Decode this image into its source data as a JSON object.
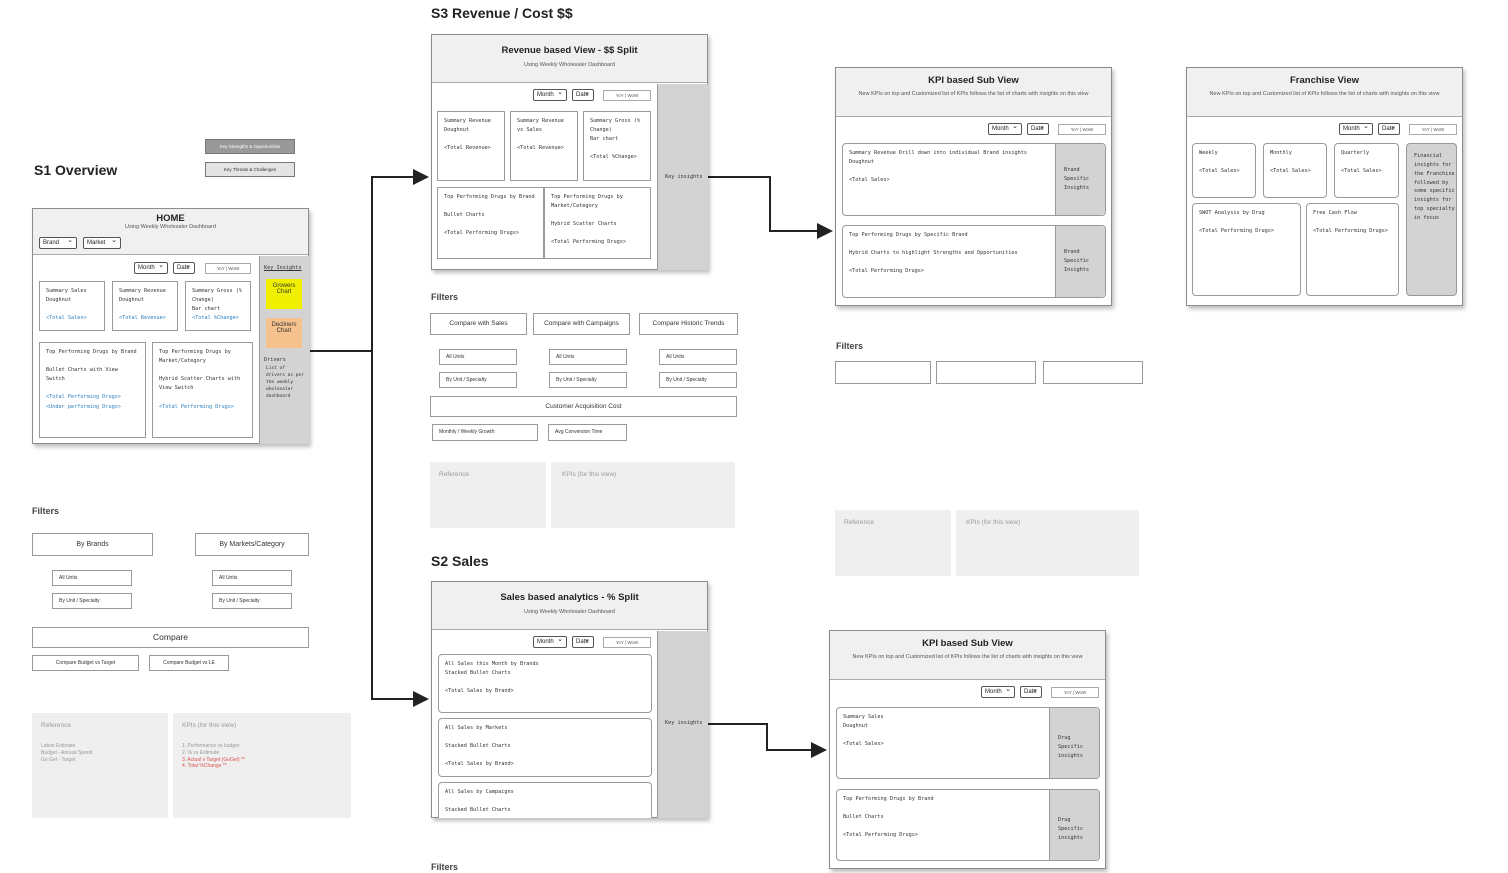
{
  "sections": {
    "s1": "S1 Overview",
    "s2": "S2 Sales",
    "s3": "S3 Revenue / Cost $$"
  },
  "legend": {
    "strengths": "Key Strengths & Opportunities",
    "threats": "Key Threats & Challenges"
  },
  "home": {
    "title": "HOME",
    "subtitle": "Using Weekly Wholesaler Dashboard",
    "brand": "Brand",
    "market": "Market",
    "month": "Month",
    "date": "Date",
    "toggle": "YoY  |  WoW",
    "boxes": [
      {
        "lines": [
          "Summary Sales",
          "Doughnut"
        ],
        "link": "<Total Sales>"
      },
      {
        "lines": [
          "Summary Revenue",
          "Doughnut"
        ],
        "link": "<Total Revenue>"
      },
      {
        "lines": [
          "Summary Gross (%",
          "Change)",
          "Bar chart"
        ],
        "link": "<Total %Change>"
      },
      {
        "lines": [
          "Top Performing Drugs by Brand",
          "",
          "Bullet Charts with View Switch",
          ""
        ],
        "link": "<Total Performing Drugs>",
        "link2": "<Under performing Drugs>"
      },
      {
        "lines": [
          "Top Performing Drugs by",
          "Market/Category",
          "",
          "Hybrid Scatter Charts with",
          "View Switch",
          ""
        ],
        "link": "<Total Performing Drugs>"
      }
    ],
    "key_insights": "Key Insights",
    "growers": "Growers Chart",
    "decliners": "Decliners Chart",
    "drivers": "Drivers",
    "drivers_desc": "List of drivers as per the weekly wholesaler dashboard"
  },
  "s1_filters": {
    "label": "Filters",
    "by_brands": "By Brands",
    "by_markets": "By Markets/Category",
    "all_units": "All Units",
    "by_unit": "By Unit / Specialty",
    "compare": "Compare",
    "compare_target": "Compare Budget vs Target",
    "compare_le": "Compare Budget vs LE"
  },
  "s1_ref": {
    "ref_title": "Reference",
    "ref_lines": [
      "Latest Estimate",
      "Budget - Annual Spend",
      "Go Get - Target"
    ],
    "kpi_title": "KPIs (for this view)",
    "kpi_lines": [
      "1. Performance vs budget",
      "2. % vs Estimate"
    ],
    "kpi_red": [
      "3. Actual v Target (GoGet) **",
      "4. Total %Change **"
    ]
  },
  "revenue": {
    "title": "Revenue based View - $$ Split",
    "subtitle": "Using Weekly Wholesaler Dashboard",
    "month": "Month",
    "date": "Date",
    "toggle": "YoY  |  WoW",
    "key_insights": "Key insights",
    "boxes": [
      [
        "Summary Revenue",
        "Doughnut",
        "",
        "<Total Revenue>"
      ],
      [
        "Summary Revenue",
        "vs Sales",
        "",
        "<Total Revenue>"
      ],
      [
        "Summary Gross (%",
        "Change)",
        "Bar chart",
        "",
        "<Total %Change>"
      ],
      [
        "Top Performing Drugs by Brand",
        "",
        "Bullet Charts",
        "",
        "<Total Performing Drugs>"
      ],
      [
        "Top Performing Drugs by",
        "Market/Category",
        "",
        "Hybrid Scatter Charts",
        "",
        "<Total Performing Drugs>"
      ]
    ]
  },
  "s3_filters": {
    "label": "Filters",
    "compare_sales": "Compare with Sales",
    "compare_campaigns": "Compare with Campaigns",
    "compare_historic": "Compare Historic Trends",
    "all_units": "All Units",
    "by_unit": "By Unit / Specialty",
    "customer_cost": "Customer Acquisition Cost",
    "growth": "Monthly / Weekly Growth",
    "conversion": "Avg Conversion Time",
    "reference": "Reference",
    "kpis": "KPIs (for this view)"
  },
  "sales": {
    "title": "Sales based analytics - % Split",
    "subtitle": "Using Weekly Wholesaler Dashboard",
    "month": "Month",
    "date": "Date",
    "toggle": "YoY  |  WoW",
    "key_insights": "Key insights",
    "boxes": [
      [
        "All Sales this Month by Brands",
        "Stacked Bullet Charts",
        "",
        "<Total Sales by Brand>"
      ],
      [
        "All Sales by Markets",
        "",
        "Stacked Bullet Charts",
        "",
        "<Total Sales by Brand>"
      ],
      [
        "All Sales by Campaigns",
        "",
        "Stacked Bullet Charts"
      ]
    ]
  },
  "s2_filters": {
    "label": "Filters"
  },
  "kpi_top": {
    "title": "KPI based Sub View",
    "subtitle": "New KPIs on top and Customized list of KPIs follows the list of charts with insights on this view",
    "month": "Month",
    "date": "Date",
    "toggle": "YoY  |  WoW",
    "boxes": [
      [
        "Summary Revenue Drill down into individual Brand insights",
        "Doughnut",
        "",
        "<Total Sales>"
      ],
      [
        "Top Performing Drugs by Specific Brand",
        "",
        "Hybrid Charts to highlight Strengths and Opportunities",
        "",
        "<Total Performing Drugs>"
      ]
    ],
    "side": "Brand Specific Insights"
  },
  "kpi_top_filters": {
    "label": "Filters",
    "reference": "Reference",
    "kpis": "KPIs (for this view)"
  },
  "franchise": {
    "title": "Franchise View",
    "subtitle": "New KPIs on top and Customized list of KPIs follows the list of charts with insights on this view",
    "month": "Month",
    "date": "Date",
    "toggle": "YoY  |  WoW",
    "boxes": [
      [
        "Weekly",
        "",
        "<Total Sales>"
      ],
      [
        "Monthly",
        "",
        "<Total Sales>"
      ],
      [
        "Quarterly",
        "",
        "<Total Sales>"
      ],
      [
        "SWOT Analysis by Drug",
        "",
        "<Total Performing Drugs>"
      ],
      [
        "Free Cash Flow",
        "",
        "<Total Performing Drugs>"
      ]
    ],
    "side": "Financial insights for the Franchise  followed by some specific insights for top specialty in focus"
  },
  "kpi_bottom": {
    "title": "KPI based Sub View",
    "subtitle": "New KPIs on top and Customized list of KPIs follows the list of charts with insights on this view",
    "month": "Month",
    "date": "Date",
    "toggle": "YoY  |  WoW",
    "boxes": [
      [
        "Summary Sales",
        "Doughnut",
        "",
        "<Total Sales>"
      ],
      [
        "Top Performing Drugs by Brand",
        "",
        "Bullet Charts",
        "",
        "<Total Performing Drugs>"
      ]
    ],
    "side": "Drug Specific insights"
  }
}
